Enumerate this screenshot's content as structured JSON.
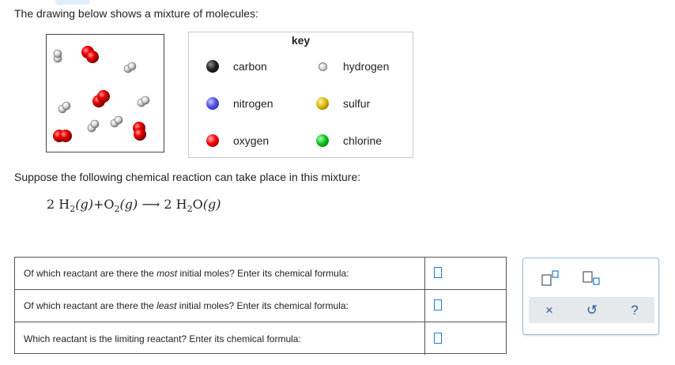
{
  "intro_text": "The drawing below shows a mixture of molecules:",
  "key": {
    "title": "key",
    "items": [
      {
        "name": "carbon",
        "label": "carbon",
        "color": "#111111"
      },
      {
        "name": "hydrogen",
        "label": "hydrogen",
        "color": "#d8d8d8"
      },
      {
        "name": "nitrogen",
        "label": "nitrogen",
        "color": "#4444dd"
      },
      {
        "name": "sulfur",
        "label": "sulfur",
        "color": "#d4b000"
      },
      {
        "name": "oxygen",
        "label": "oxygen",
        "color": "#ee0000"
      },
      {
        "name": "chlorine",
        "label": "chlorine",
        "color": "#10c020"
      }
    ]
  },
  "mixture": {
    "molecules": [
      "H2",
      "O2",
      "H2",
      "H2",
      "O2",
      "H2",
      "H2",
      "H2",
      "O2",
      "O2"
    ]
  },
  "reaction": {
    "intro": "Suppose the following chemical reaction can take place in this mixture:",
    "coef_h2": "2",
    "h2": "H",
    "h2_sub": "2",
    "h2_state": "(g)",
    "plus": "+",
    "o2": "O",
    "o2_sub": "2",
    "o2_state": "(g)",
    "arrow": "⟶",
    "coef_h2o": "2",
    "h2o_h": "H",
    "h2o_sub": "2",
    "h2o_o": "O",
    "h2o_state": "(g)"
  },
  "questions": [
    {
      "before": "Of which reactant are there the ",
      "emph": "most",
      "after": " initial moles? Enter its chemical formula:",
      "value": ""
    },
    {
      "before": "Of which reactant are there the ",
      "emph": "least",
      "after": " initial moles? Enter its chemical formula:",
      "value": ""
    },
    {
      "before": "Which reactant is the limiting reactant? Enter its chemical formula:",
      "emph": "",
      "after": "",
      "value": ""
    }
  ],
  "tools": {
    "superscript_icon": "superscript-icon",
    "subscript_icon": "subscript-icon",
    "clear_glyph": "×",
    "undo_glyph": "↺",
    "help_glyph": "?"
  },
  "colors": {
    "input_border": "#1a7ad4",
    "tool_glyph": "#2a5f9e",
    "panel_border": "#9bbbd9"
  }
}
